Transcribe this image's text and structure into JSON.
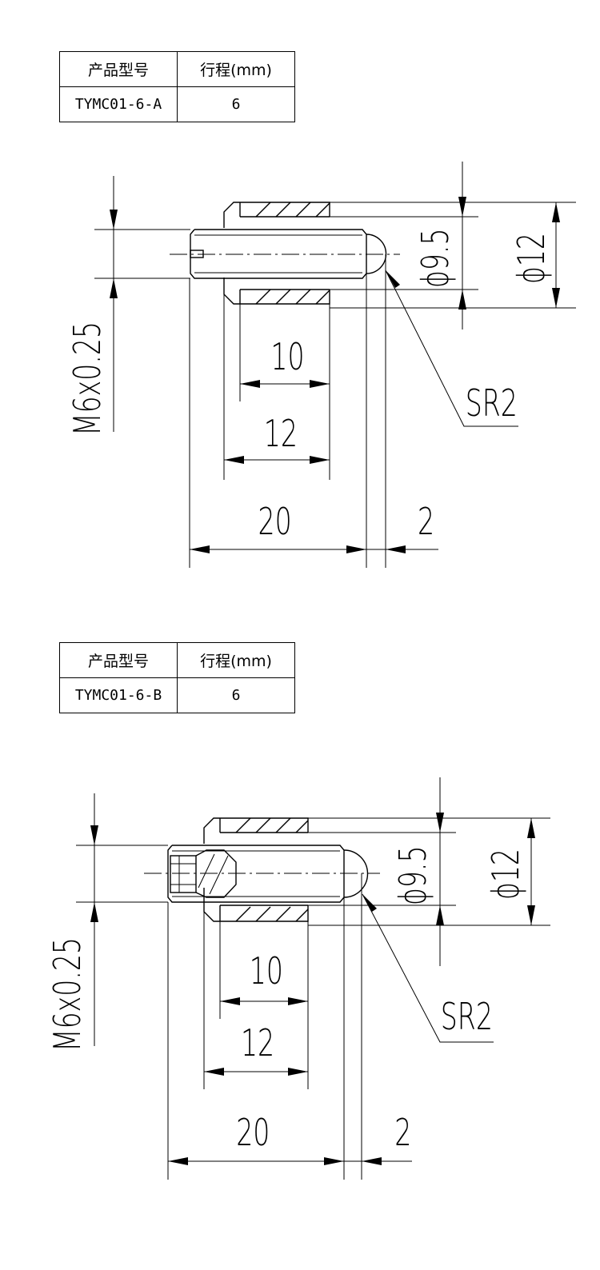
{
  "variants": [
    {
      "table": {
        "header_model": "产品型号",
        "header_stroke": "行程(mm)",
        "model": "TYMC01-6-A",
        "stroke": "6"
      },
      "dims": {
        "thread": "M6x0.25",
        "d_inner": "ϕ9.5",
        "d_outer": "ϕ12",
        "sr": "SR2",
        "len10": "10",
        "len12": "12",
        "len20": "20",
        "len2": "2"
      }
    },
    {
      "table": {
        "header_model": "产品型号",
        "header_stroke": "行程(mm)",
        "model": "TYMC01-6-B",
        "stroke": "6"
      },
      "dims": {
        "thread": "M6x0.25",
        "d_inner": "ϕ9.5",
        "d_outer": "ϕ12",
        "sr": "SR2",
        "len10": "10",
        "len12": "12",
        "len20": "20",
        "len2": "2"
      }
    }
  ]
}
